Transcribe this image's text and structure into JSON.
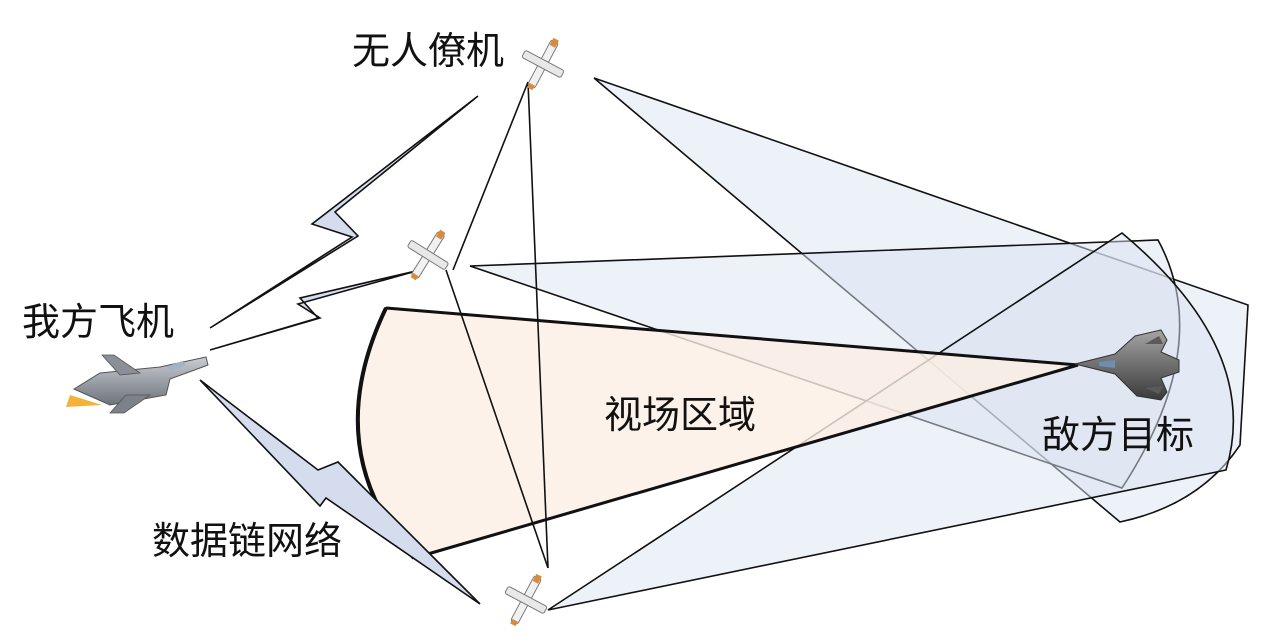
{
  "labels": {
    "uav": "无人僚机",
    "own_aircraft": "我方飞机",
    "field_of_view": "视场区域",
    "enemy_target": "敌方目标",
    "datalink": "数据链网络"
  },
  "colors": {
    "fov_fill": "#fbefe4",
    "sensor_fill": "#dbe3f1",
    "datalink_fill": "#d5dcee",
    "line": "#111111"
  }
}
